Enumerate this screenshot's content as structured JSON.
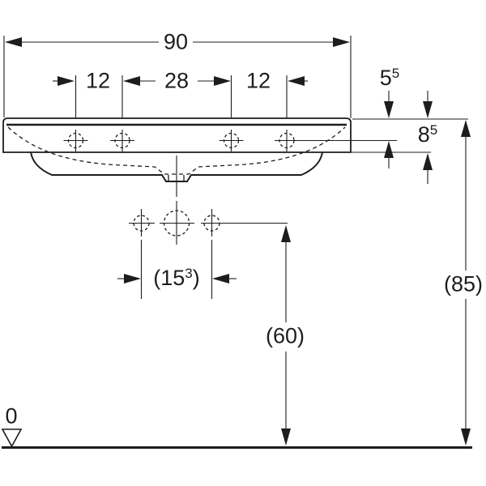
{
  "colors": {
    "ink": "#1d1d1b",
    "background": "#ffffff"
  },
  "symbols": {
    "tap_hole": "dashed-circle-crosshair",
    "outlet_connection": "dashed-circle-crosshair",
    "zero_datum": "open-triangle-down"
  },
  "dimensions": {
    "total_width": "90",
    "tap_left": "12",
    "tap_center": "28",
    "tap_right": "12",
    "top_to_tap_axis": {
      "base": "5",
      "sup": "5"
    },
    "rim_height": {
      "base": "8",
      "sup": "5"
    },
    "outlet_spacing": {
      "open": "(15",
      "sup": "3",
      "close": ")"
    },
    "outlet_height": "(60)",
    "total_height": "(85)",
    "datum": "0"
  }
}
